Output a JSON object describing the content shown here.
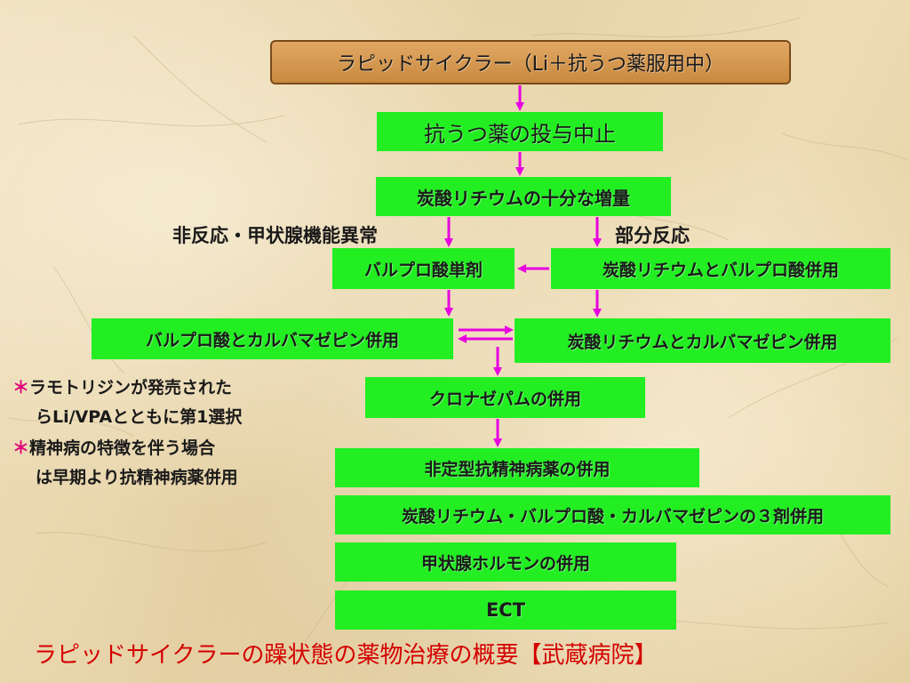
{
  "nodes": {
    "top": "ラピッドサイクラー（Li＋抗うつ薬服用中）",
    "stop_antidep": "抗うつ薬の投与中止",
    "lithium_increase": "炭酸リチウムの十分な増量",
    "valproate_single": "バルプロ酸単剤",
    "lithium_valproate": "炭酸リチウムとバルプロ酸併用",
    "valproate_carbamazepine": "バルプロ酸とカルバマゼピン併用",
    "lithium_carbamazepine": "炭酸リチウムとカルバマゼピン併用",
    "clonazepam": "クロナゼパムの併用",
    "atypical": "非定型抗精神病薬の併用",
    "triple": "炭酸リチウム・バルプロ酸・カルバマゼピンの３剤併用",
    "thyroid": "甲状腺ホルモンの併用",
    "ect": "ECT"
  },
  "labels": {
    "nonresponse": "非反応・甲状腺機能異常",
    "partial": "部分反応"
  },
  "notes": {
    "line1a": "ラモトリジンが発売された",
    "line1b": "らLi/VPAとともに第1選択",
    "line2a": "精神病の特徴を伴う場合",
    "line2b": "は早期より抗精神病薬併用",
    "bullet": "＊"
  },
  "caption": "ラピッドサイクラーの躁状態の薬物治療の概要【武蔵病院】",
  "colors": {
    "box_green": "#22ee22",
    "box_brown": "#d49a52",
    "arrow": "#e800e0",
    "caption": "#d40000"
  }
}
